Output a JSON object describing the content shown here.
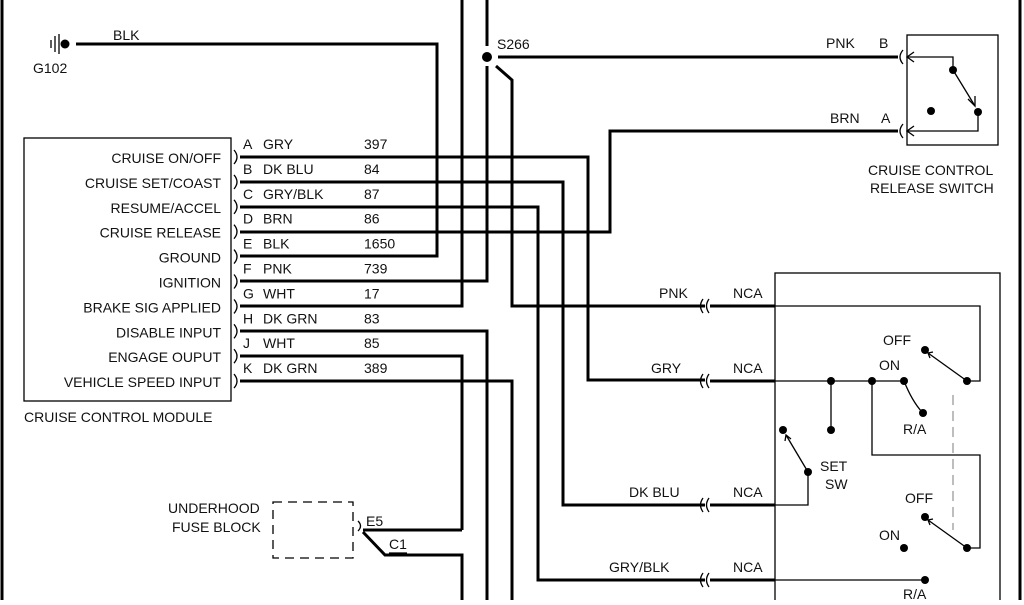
{
  "diagram": {
    "ground": {
      "id": "G102",
      "wire_color": "BLK"
    },
    "splice": {
      "id": "S266"
    },
    "module": {
      "title": "CRUISE CONTROL MODULE",
      "pins": [
        {
          "function": "CRUISE ON/OFF",
          "pin": "A",
          "color": "GRY",
          "circuit": "397"
        },
        {
          "function": "CRUISE SET/COAST",
          "pin": "B",
          "color": "DK BLU",
          "circuit": "84"
        },
        {
          "function": "RESUME/ACCEL",
          "pin": "C",
          "color": "GRY/BLK",
          "circuit": "87"
        },
        {
          "function": "CRUISE RELEASE",
          "pin": "D",
          "color": "BRN",
          "circuit": "86"
        },
        {
          "function": "GROUND",
          "pin": "E",
          "color": "BLK",
          "circuit": "1650"
        },
        {
          "function": "IGNITION",
          "pin": "F",
          "color": "PNK",
          "circuit": "739"
        },
        {
          "function": "BRAKE SIG APPLIED",
          "pin": "G",
          "color": "WHT",
          "circuit": "17"
        },
        {
          "function": "DISABLE INPUT",
          "pin": "H",
          "color": "DK GRN",
          "circuit": "83"
        },
        {
          "function": "ENGAGE OUPUT",
          "pin": "J",
          "color": "WHT",
          "circuit": "85"
        },
        {
          "function": "VEHICLE SPEED INPUT",
          "pin": "K",
          "color": "DK GRN",
          "circuit": "389"
        }
      ]
    },
    "release_switch": {
      "title_line1": "CRUISE CONTROL",
      "title_line2": "RELEASE SWITCH",
      "terminals": [
        {
          "pin": "B",
          "color": "PNK"
        },
        {
          "pin": "A",
          "color": "BRN"
        }
      ]
    },
    "multifunction_switch": {
      "connectors": [
        {
          "color": "PNK",
          "connector": "NCA"
        },
        {
          "color": "GRY",
          "connector": "NCA"
        },
        {
          "color": "DK BLU",
          "connector": "NCA"
        },
        {
          "color": "GRY/BLK",
          "connector": "NCA"
        }
      ],
      "labels": {
        "off_upper": "OFF",
        "on_upper": "ON",
        "ra_upper": "R/A",
        "set_line1": "SET",
        "set_line2": "SW",
        "off_lower": "OFF",
        "on_lower": "ON",
        "ra_lower": "R/A"
      }
    },
    "fuse_block": {
      "title_line1": "UNDERHOOD",
      "title_line2": "FUSE BLOCK",
      "terminal": "E5",
      "connector": "C1"
    }
  }
}
